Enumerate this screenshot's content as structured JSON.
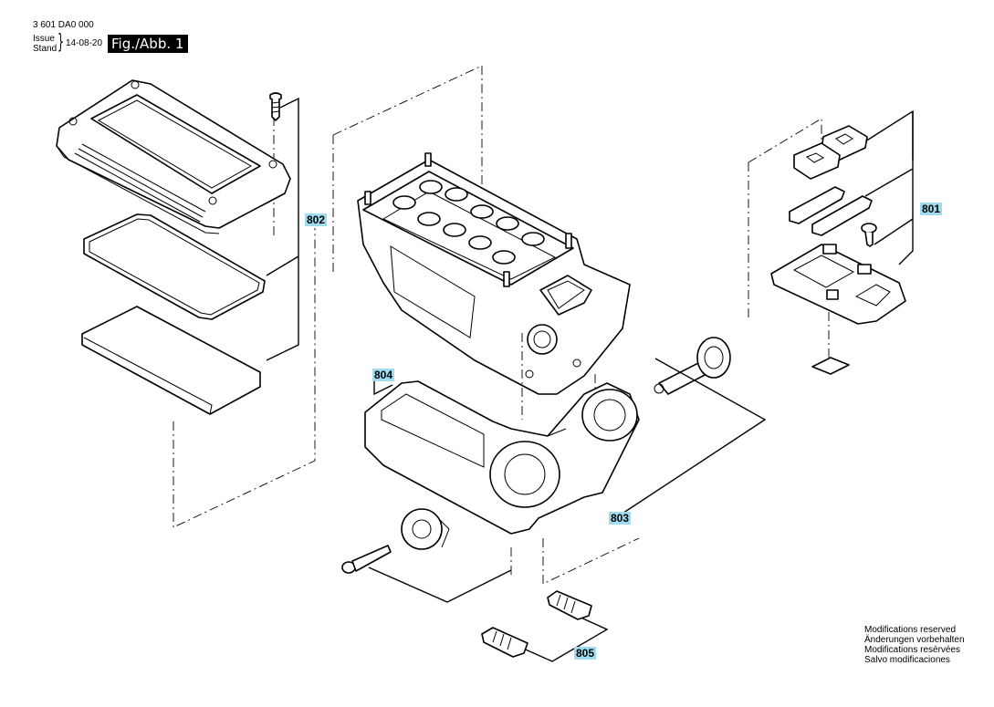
{
  "header": {
    "part_number": "3 601 DA0 000",
    "issue_label": "Issue",
    "stand_label": "Stand",
    "brace": "}",
    "issue_date": "14-08-20",
    "figure_title": "Fig./Abb. 1"
  },
  "callouts": {
    "c802": "802",
    "c801": "801",
    "c804": "804",
    "c803": "803",
    "c805": "805"
  },
  "notice": {
    "line1": "Modifications reserved",
    "line2": "Änderungen vorbehalten",
    "line3": "Modifications resérvées",
    "line4": "Salvo modificaciones"
  },
  "colors": {
    "callout_background": "#9fdcf0",
    "title_background": "#000000",
    "line": "#000000"
  }
}
